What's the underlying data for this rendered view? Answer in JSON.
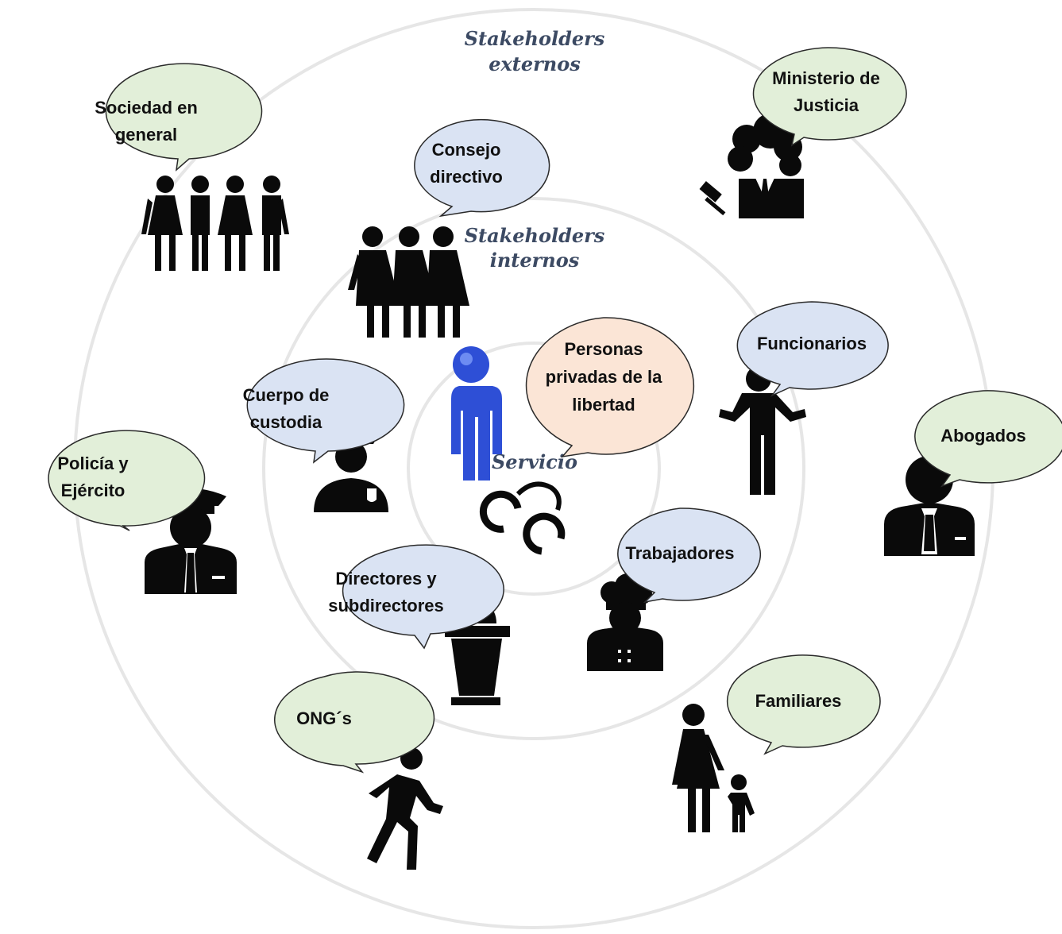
{
  "rings": {
    "external_label_1": "Stakeholders",
    "external_label_2": "externos",
    "internal_label_1": "Stakeholders",
    "internal_label_2": "internos",
    "service_label": "Servicio"
  },
  "colors": {
    "internal_bubble": "#dae3f3",
    "external_bubble": "#e2efd9",
    "center_bubble": "#fbe5d6",
    "ring_stroke": "#e6e6e6",
    "center_figure": "#2e4fd6",
    "icon": "#0a0a0a"
  },
  "bubbles": {
    "sociedad": [
      "Sociedad en",
      "general"
    ],
    "ministerio": [
      "Ministerio de",
      "Justicia"
    ],
    "consejo": [
      "Consejo",
      "directivo"
    ],
    "personas": [
      "Personas",
      "privadas de la",
      "libertad"
    ],
    "cuerpo": [
      "Cuerpo de",
      "custodia"
    ],
    "funcionarios": [
      "Funcionarios"
    ],
    "abogados": [
      "Abogados"
    ],
    "policia": [
      "Policía y",
      "Ejército"
    ],
    "trabajadores": [
      "Trabajadores"
    ],
    "directores": [
      "Directores y",
      "subdirectores"
    ],
    "ongs": [
      "ONG´s"
    ],
    "familiares": [
      "Familiares"
    ]
  },
  "icons": {
    "group_of_four": "people-group-icon",
    "judge": "judge-icon",
    "three_women": "women-group-icon",
    "center_person": "person-3d-icon",
    "police_officer": "police-officer-icon",
    "handcuffs": "handcuffs-icon",
    "official": "official-person-icon",
    "lawyer": "lawyer-icon",
    "military": "military-officer-icon",
    "chef": "chef-icon",
    "speaker": "speaker-podium-icon",
    "walker": "walking-person-icon",
    "family": "mother-child-icon"
  }
}
